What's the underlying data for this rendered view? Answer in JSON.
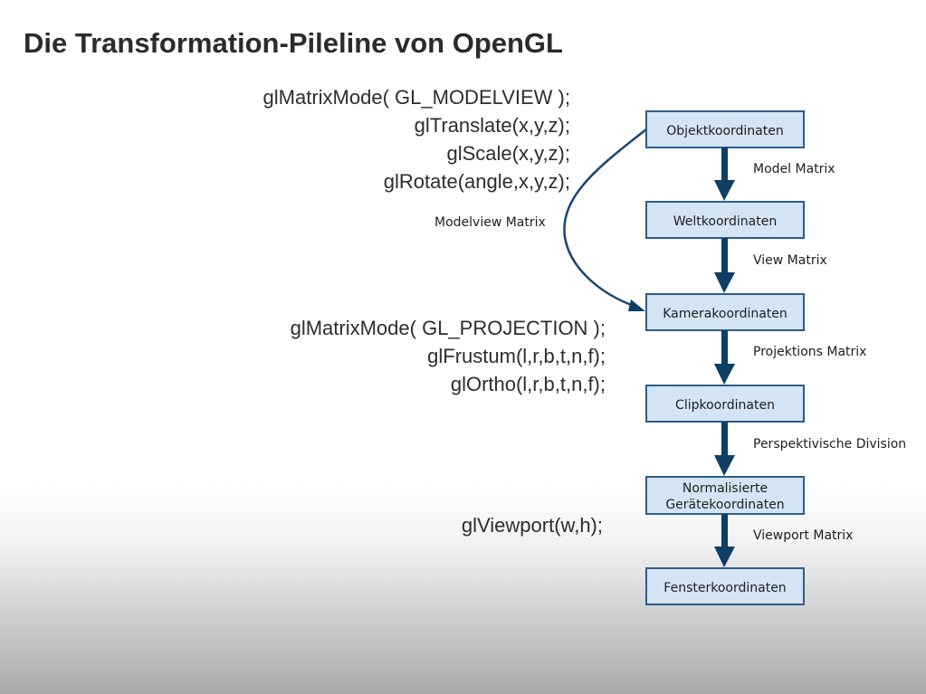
{
  "title": "Die Transformation-Pileline von OpenGL",
  "code": {
    "modelview": [
      "glMatrixMode( GL_MODELVIEW );",
      "glTranslate(x,y,z);",
      "glScale(x,y,z);",
      "glRotate(angle,x,y,z);"
    ],
    "projection": [
      "glMatrixMode( GL_PROJECTION );",
      "glFrustum(l,r,b,t,n,f);",
      "glOrtho(l,r,b,t,n,f);"
    ],
    "viewport": [
      "glViewport(w,h);"
    ]
  },
  "diagram": {
    "boxes": [
      {
        "id": "objekt",
        "lines": [
          "Objektkoordinaten"
        ]
      },
      {
        "id": "welt",
        "lines": [
          "Weltkoordinaten"
        ]
      },
      {
        "id": "kamera",
        "lines": [
          "Kamerakoordinaten"
        ]
      },
      {
        "id": "clip",
        "lines": [
          "Clipkoordinaten"
        ]
      },
      {
        "id": "ndc",
        "lines": [
          "Normalisierte",
          "Gerätekoordinaten"
        ]
      },
      {
        "id": "fenster",
        "lines": [
          "Fensterkoordinaten"
        ]
      }
    ],
    "edges": [
      {
        "from": "objekt",
        "to": "welt",
        "label": "Model Matrix"
      },
      {
        "from": "welt",
        "to": "kamera",
        "label": "View Matrix"
      },
      {
        "from": "kamera",
        "to": "clip",
        "label": "Projektions Matrix"
      },
      {
        "from": "clip",
        "to": "ndc",
        "label": "Perspektivische Division"
      },
      {
        "from": "ndc",
        "to": "fenster",
        "label": "Viewport Matrix"
      }
    ],
    "curved_edge": {
      "from": "objekt",
      "to": "kamera",
      "label": "Modelview Matrix"
    },
    "colors": {
      "box_fill": "#d4e4f4",
      "box_border": "#2c5d8a",
      "arrow": "#0f3e66"
    }
  }
}
